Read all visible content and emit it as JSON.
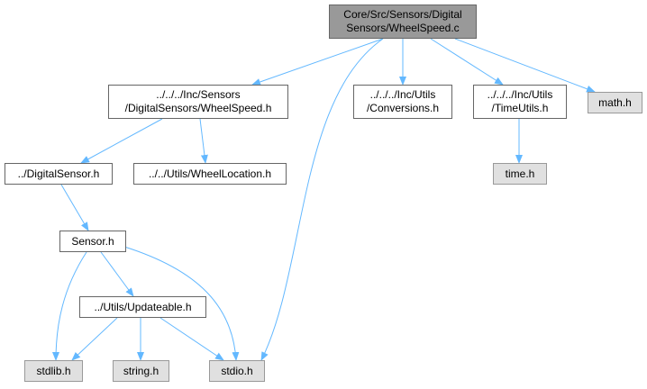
{
  "nodes": [
    {
      "id": "root",
      "label": "Core/Src/Sensors/Digital\nSensors/WheelSpeed.c",
      "kind": "root"
    },
    {
      "id": "wheelspeed_h",
      "label": "../../../Inc/Sensors\n/DigitalSensors/WheelSpeed.h",
      "kind": "local"
    },
    {
      "id": "conversions_h",
      "label": "../../../Inc/Utils\n/Conversions.h",
      "kind": "local"
    },
    {
      "id": "timeutils_h",
      "label": "../../../Inc/Utils\n/TimeUtils.h",
      "kind": "local"
    },
    {
      "id": "math_h",
      "label": "math.h",
      "kind": "system"
    },
    {
      "id": "digitalsensor_h",
      "label": "../DigitalSensor.h",
      "kind": "local"
    },
    {
      "id": "wheellocation_h",
      "label": "../../Utils/WheelLocation.h",
      "kind": "local"
    },
    {
      "id": "time_h",
      "label": "time.h",
      "kind": "system"
    },
    {
      "id": "sensor_h",
      "label": "Sensor.h",
      "kind": "local"
    },
    {
      "id": "updateable_h",
      "label": "../Utils/Updateable.h",
      "kind": "local"
    },
    {
      "id": "stdlib_h",
      "label": "stdlib.h",
      "kind": "system"
    },
    {
      "id": "string_h",
      "label": "string.h",
      "kind": "system"
    },
    {
      "id": "stdio_h",
      "label": "stdio.h",
      "kind": "system"
    }
  ],
  "edges": [
    [
      "root",
      "wheelspeed_h"
    ],
    [
      "root",
      "stdio_h"
    ],
    [
      "root",
      "conversions_h"
    ],
    [
      "root",
      "timeutils_h"
    ],
    [
      "root",
      "math_h"
    ],
    [
      "wheelspeed_h",
      "digitalsensor_h"
    ],
    [
      "wheelspeed_h",
      "wheellocation_h"
    ],
    [
      "digitalsensor_h",
      "sensor_h"
    ],
    [
      "sensor_h",
      "stdlib_h"
    ],
    [
      "sensor_h",
      "updateable_h"
    ],
    [
      "sensor_h",
      "stdio_h"
    ],
    [
      "updateable_h",
      "stdlib_h"
    ],
    [
      "updateable_h",
      "string_h"
    ],
    [
      "updateable_h",
      "stdio_h"
    ],
    [
      "timeutils_h",
      "time_h"
    ]
  ],
  "colors": {
    "edge": "#63b8ff",
    "root_fill": "#999999",
    "system_fill": "#e0e0e0",
    "local_fill": "#ffffff",
    "border": "#666666"
  }
}
